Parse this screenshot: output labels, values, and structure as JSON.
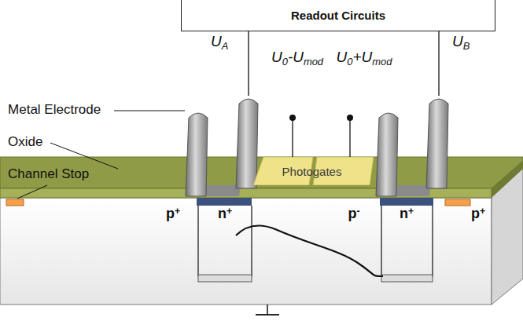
{
  "diagram": {
    "nodes": [
      {
        "text": [
          "Readout Circuits"
        ]
      },
      {
        "text": [
          "Photogates"
        ]
      }
    ],
    "labels": [
      "UA",
      "U0-Umod",
      "U0+Umod",
      "UB",
      "Metal Electrode",
      "Oxide",
      "Channel Stop",
      "p+",
      "n+",
      "p-",
      "n+",
      "p+"
    ]
  }
}
